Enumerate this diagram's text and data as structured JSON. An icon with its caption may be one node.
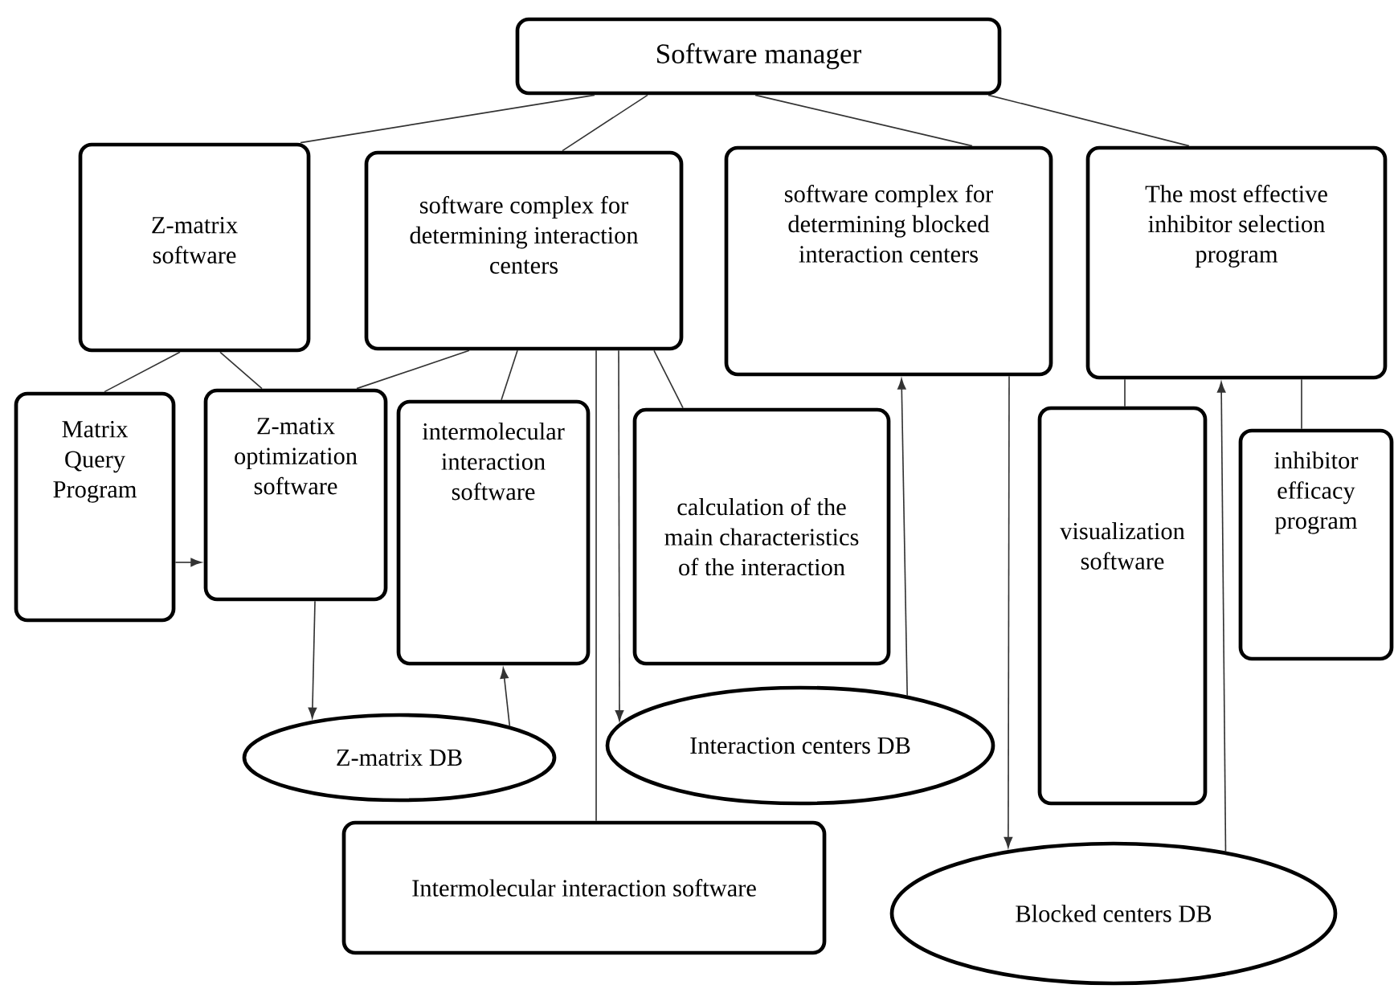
{
  "diagram": {
    "nodes": [
      {
        "text": [
          "Software manager"
        ]
      },
      {
        "text": [
          "Z-matrix software"
        ]
      },
      {
        "text": [
          "software complex for determining interaction centers"
        ]
      },
      {
        "text": [
          "software complex for determining blocked interaction centers"
        ]
      },
      {
        "text": [
          "The most effective inhibitor selection program"
        ]
      },
      {
        "text": [
          "Matrix Query Program"
        ]
      },
      {
        "text": [
          "Z-matix optimization software"
        ]
      },
      {
        "text": [
          "intermolecular interaction software"
        ]
      },
      {
        "text": [
          "calculation of the main characteristics of the interaction"
        ]
      },
      {
        "text": [
          "visualization software"
        ]
      },
      {
        "text": [
          "inhibitor efficacy program"
        ]
      },
      {
        "text": [
          "Z-matrix DB"
        ]
      },
      {
        "text": [
          "Interaction centers DB"
        ]
      },
      {
        "text": [
          "Intermolecular interaction software"
        ]
      },
      {
        "text": [
          "Blocked centers DB"
        ]
      }
    ],
    "edges": [
      {
        "from": 0,
        "to": 1,
        "arrow": "none"
      },
      {
        "from": 0,
        "to": 2,
        "arrow": "none"
      },
      {
        "from": 0,
        "to": 3,
        "arrow": "none"
      },
      {
        "from": 0,
        "to": 4,
        "arrow": "none"
      },
      {
        "from": 1,
        "to": 5,
        "arrow": "none"
      },
      {
        "from": 1,
        "to": 6,
        "arrow": "none"
      },
      {
        "from": 2,
        "to": 6,
        "arrow": "none"
      },
      {
        "from": 2,
        "to": 7,
        "arrow": "none"
      },
      {
        "from": 2,
        "to": 8,
        "arrow": "none"
      },
      {
        "from": 5,
        "to": 6,
        "arrow": "to"
      },
      {
        "from": 6,
        "to": 11,
        "arrow": "to"
      },
      {
        "from": 11,
        "to": 7,
        "arrow": "to"
      },
      {
        "from": 2,
        "to": 12,
        "arrow": "to"
      },
      {
        "from": 2,
        "to": 13,
        "arrow": "none"
      },
      {
        "from": 12,
        "to": 3,
        "arrow": "to"
      },
      {
        "from": 3,
        "to": 14,
        "arrow": "to"
      },
      {
        "from": 4,
        "to": 9,
        "arrow": "none"
      },
      {
        "from": 4,
        "to": 10,
        "arrow": "none"
      },
      {
        "from": 14,
        "to": 4,
        "arrow": "to"
      }
    ]
  }
}
